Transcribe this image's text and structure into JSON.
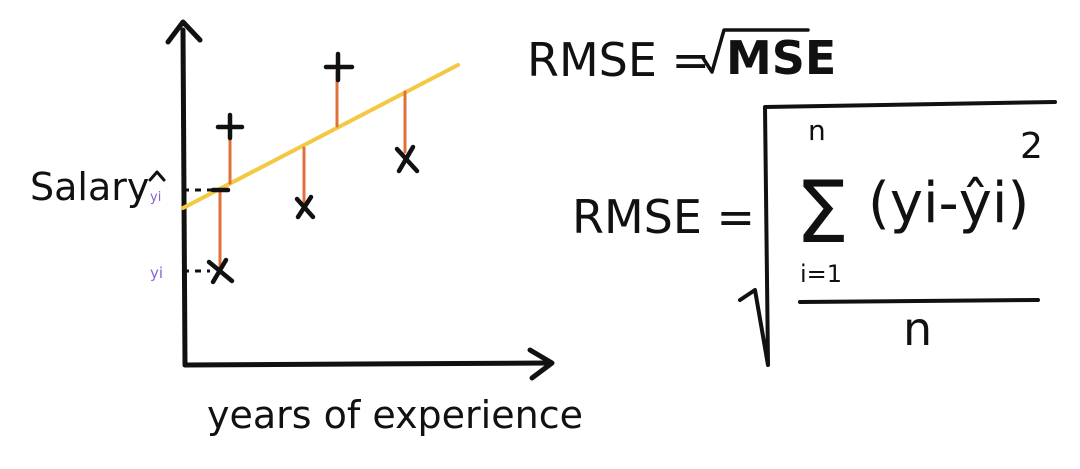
{
  "labels": {
    "y_axis": "Salary",
    "x_axis": "years of experience",
    "y_hat_tick": "yi",
    "y_tick": "yi"
  },
  "formula1": {
    "lhs": "RMSE =",
    "rhs": "MSE"
  },
  "formula2": {
    "lhs": "RMSE =",
    "sum_upper": "n",
    "sum_lower": "i=1",
    "term": "(yi-ŷi)",
    "power": "2",
    "denominator": "n"
  },
  "colors": {
    "regression_line": "#f4c842",
    "residual": "#e0703a",
    "ink": "#111111",
    "subscript_purple": "#8a63d2"
  }
}
